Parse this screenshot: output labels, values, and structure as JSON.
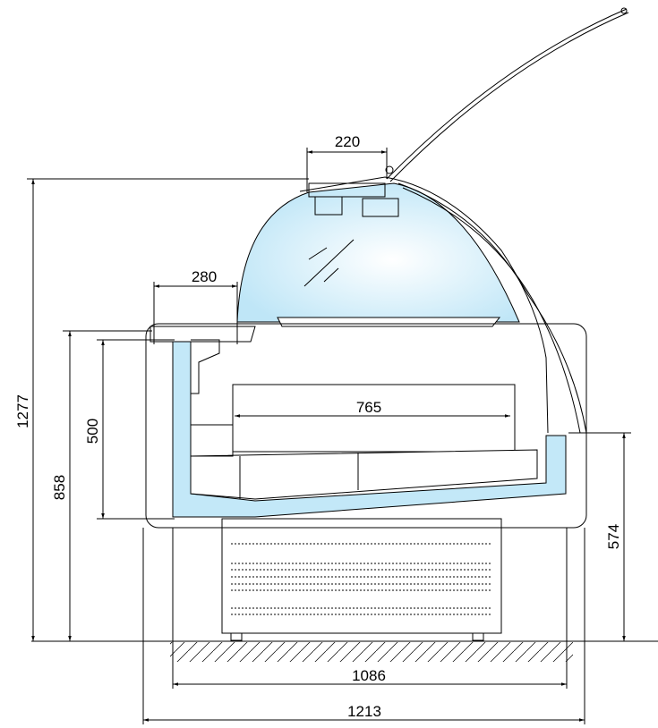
{
  "drawing": {
    "title": "Display counter side section",
    "colors": {
      "glass": "#bfe6f7",
      "insulation": "#c3e8f8",
      "line": "#000000"
    },
    "dimensions": {
      "total_height": "1277",
      "counter_height": "858",
      "internal_height": "500",
      "front_height": "574",
      "top_shelf_depth": "220",
      "worktop_depth": "280",
      "display_depth": "765",
      "base_depth": "1086",
      "total_depth": "1213"
    }
  }
}
